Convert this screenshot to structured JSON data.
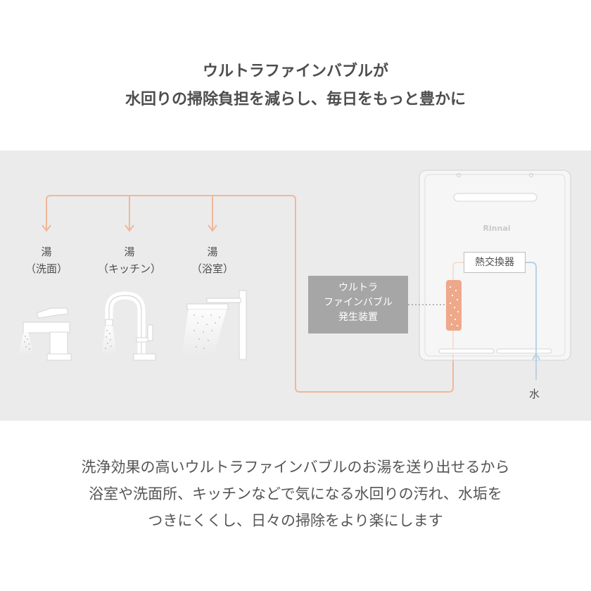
{
  "headline": {
    "line1": "ウルトラファインバブルが",
    "line2": "水回りの掃除負担を減らし、毎日をもっと豊かに"
  },
  "outlets": [
    {
      "line1": "湯",
      "line2": "（洗面）"
    },
    {
      "line1": "湯",
      "line2": "（キッチン）"
    },
    {
      "line1": "湯",
      "line2": "（浴室）"
    }
  ],
  "device": {
    "line1": "ウルトラ",
    "line2": "ファインバブル",
    "line3": "発生装置"
  },
  "heater": {
    "brand": "Rinnai",
    "heat_exchanger": "熱交換器",
    "water_in": "水"
  },
  "colors": {
    "hot_pipe": "#f0b79a",
    "cold_pipe": "#b9d2e4",
    "generator": "#eea88a",
    "band": "#ebebeb"
  },
  "description": {
    "line1": "洗浄効果の高いウルトラファインバブルのお湯を送り出せるから",
    "line2": "浴室や洗面所、キッチンなどで気になる水回りの汚れ、水垢を",
    "line3": "つきにくくし、日々の掃除をより楽にします"
  }
}
